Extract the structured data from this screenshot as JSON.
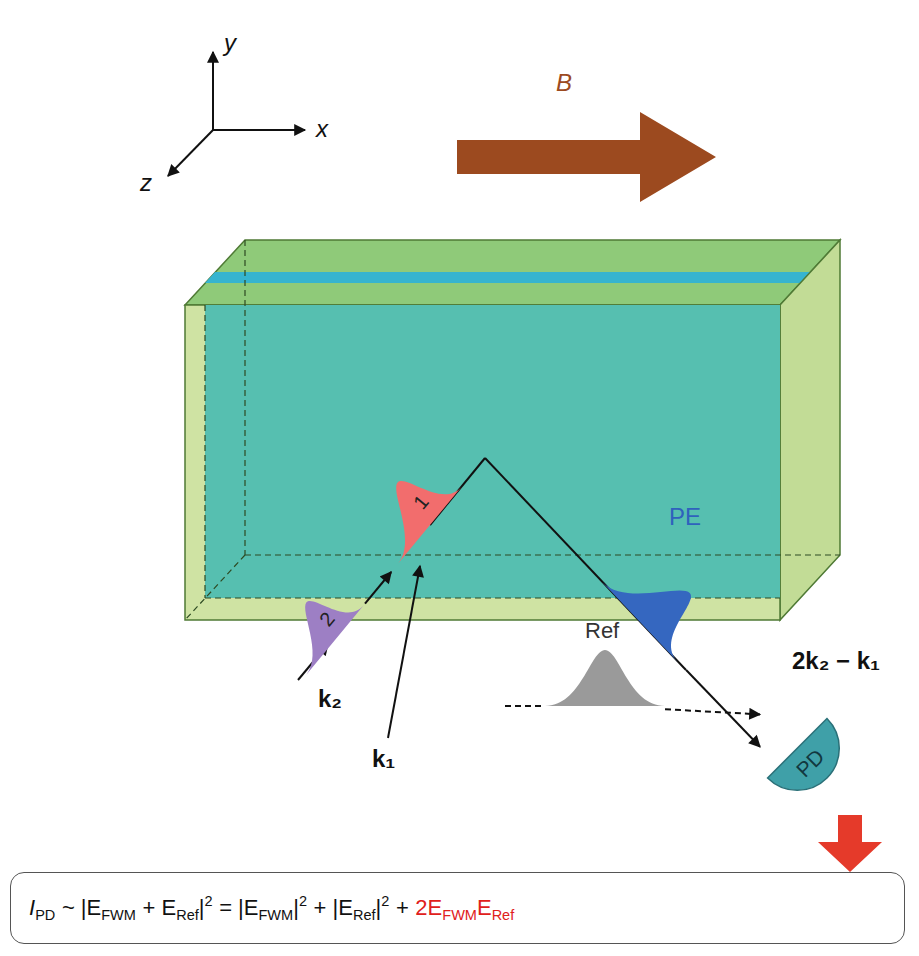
{
  "diagram": {
    "nodes": [
      {
        "text": [
          "1"
        ]
      },
      {
        "text": [
          "PE"
        ]
      },
      {
        "text": [
          "2"
        ]
      },
      {
        "text": [
          "Ref"
        ]
      },
      {
        "text": [
          "PD"
        ]
      },
      {
        "text": [
          "I",
          "PD",
          "~ |E",
          "FWM",
          "+ E",
          "Ref",
          "|",
          "2",
          "= |E",
          "FWM",
          "|",
          "2",
          "+ |E",
          "Ref",
          "|",
          "2",
          "+",
          "2E",
          "FWM",
          "E",
          "Ref"
        ]
      }
    ],
    "edges": [
      {
        "from": 2,
        "to": 0,
        "arrow": "to"
      },
      {
        "from": 1,
        "to": 4,
        "arrow": "to",
        "label": "2k₂ − k₁"
      },
      {
        "from": 3,
        "to": 4,
        "arrow": "to"
      },
      {
        "from": 4,
        "to": 5,
        "arrow": "to"
      }
    ],
    "labels": [
      "y",
      "x",
      "z",
      "B",
      "k₂",
      "k₁"
    ]
  }
}
